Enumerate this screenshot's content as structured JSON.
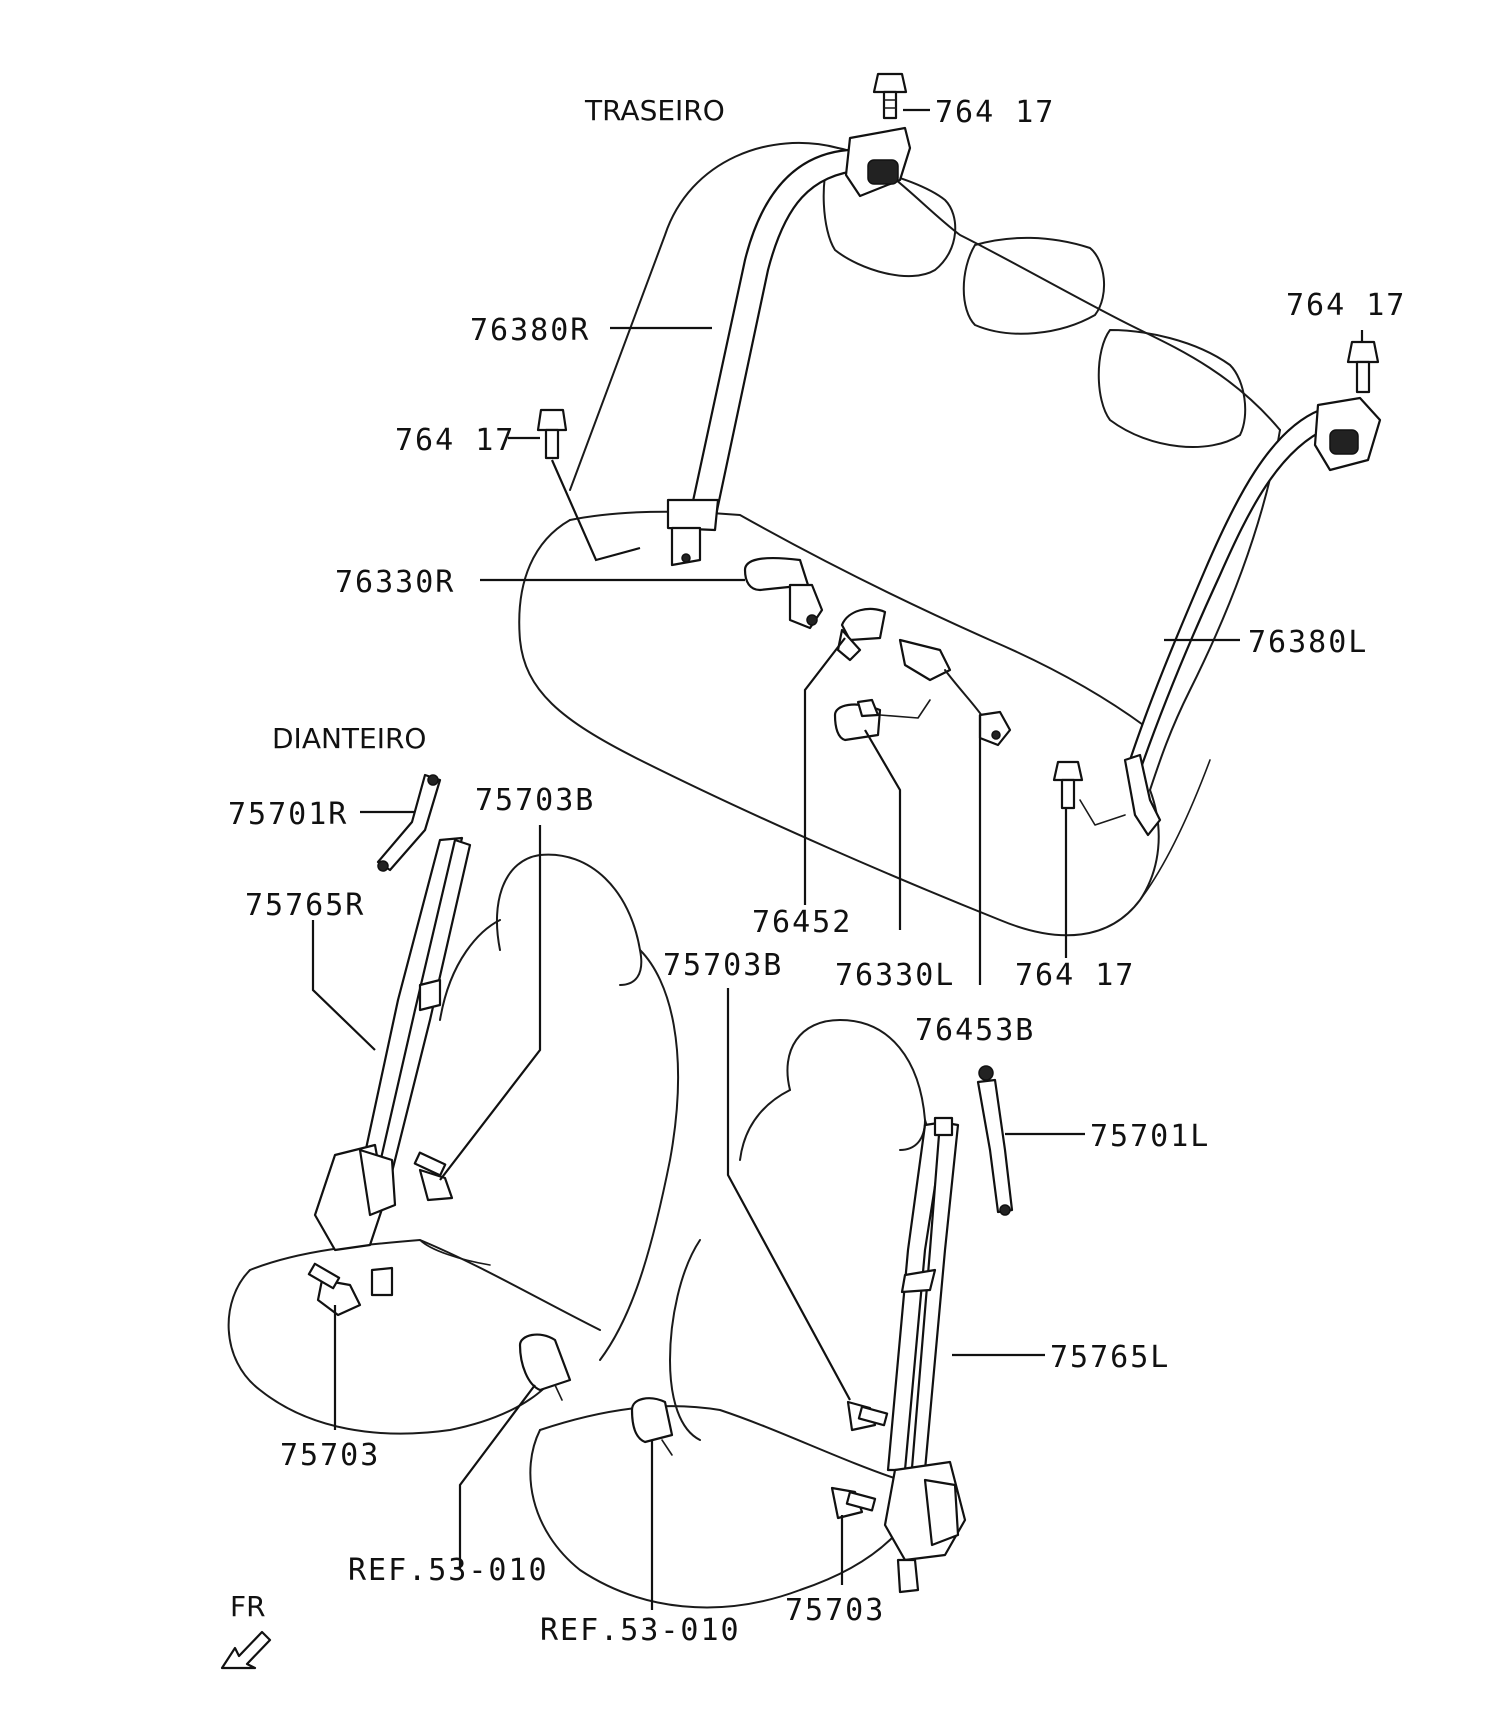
{
  "sections": {
    "rear": "TRASEIRO",
    "front": "DIANTEIRO"
  },
  "direction": "FR",
  "labels": {
    "bolt_top": "764 17",
    "bolt_right_top": "764 17",
    "bolt_left": "764 17",
    "bolt_center_right": "764 17",
    "belt_rear_r": "76380R",
    "belt_rear_l": "76380L",
    "buckle_rear_r": "76330R",
    "buckle_rear_l": "76330L",
    "buckle_center": "76452",
    "belt_center": "76453B",
    "adjuster_r": "75701R",
    "adjuster_l": "75701L",
    "bolt_front_r": "75703B",
    "bolt_front_l": "75703B",
    "belt_front_r": "75765R",
    "belt_front_l": "75765L",
    "bolt_retractor_r": "75703",
    "bolt_retractor_l": "75703",
    "ref_1": "REF.53-010",
    "ref_2": "REF.53-010"
  }
}
